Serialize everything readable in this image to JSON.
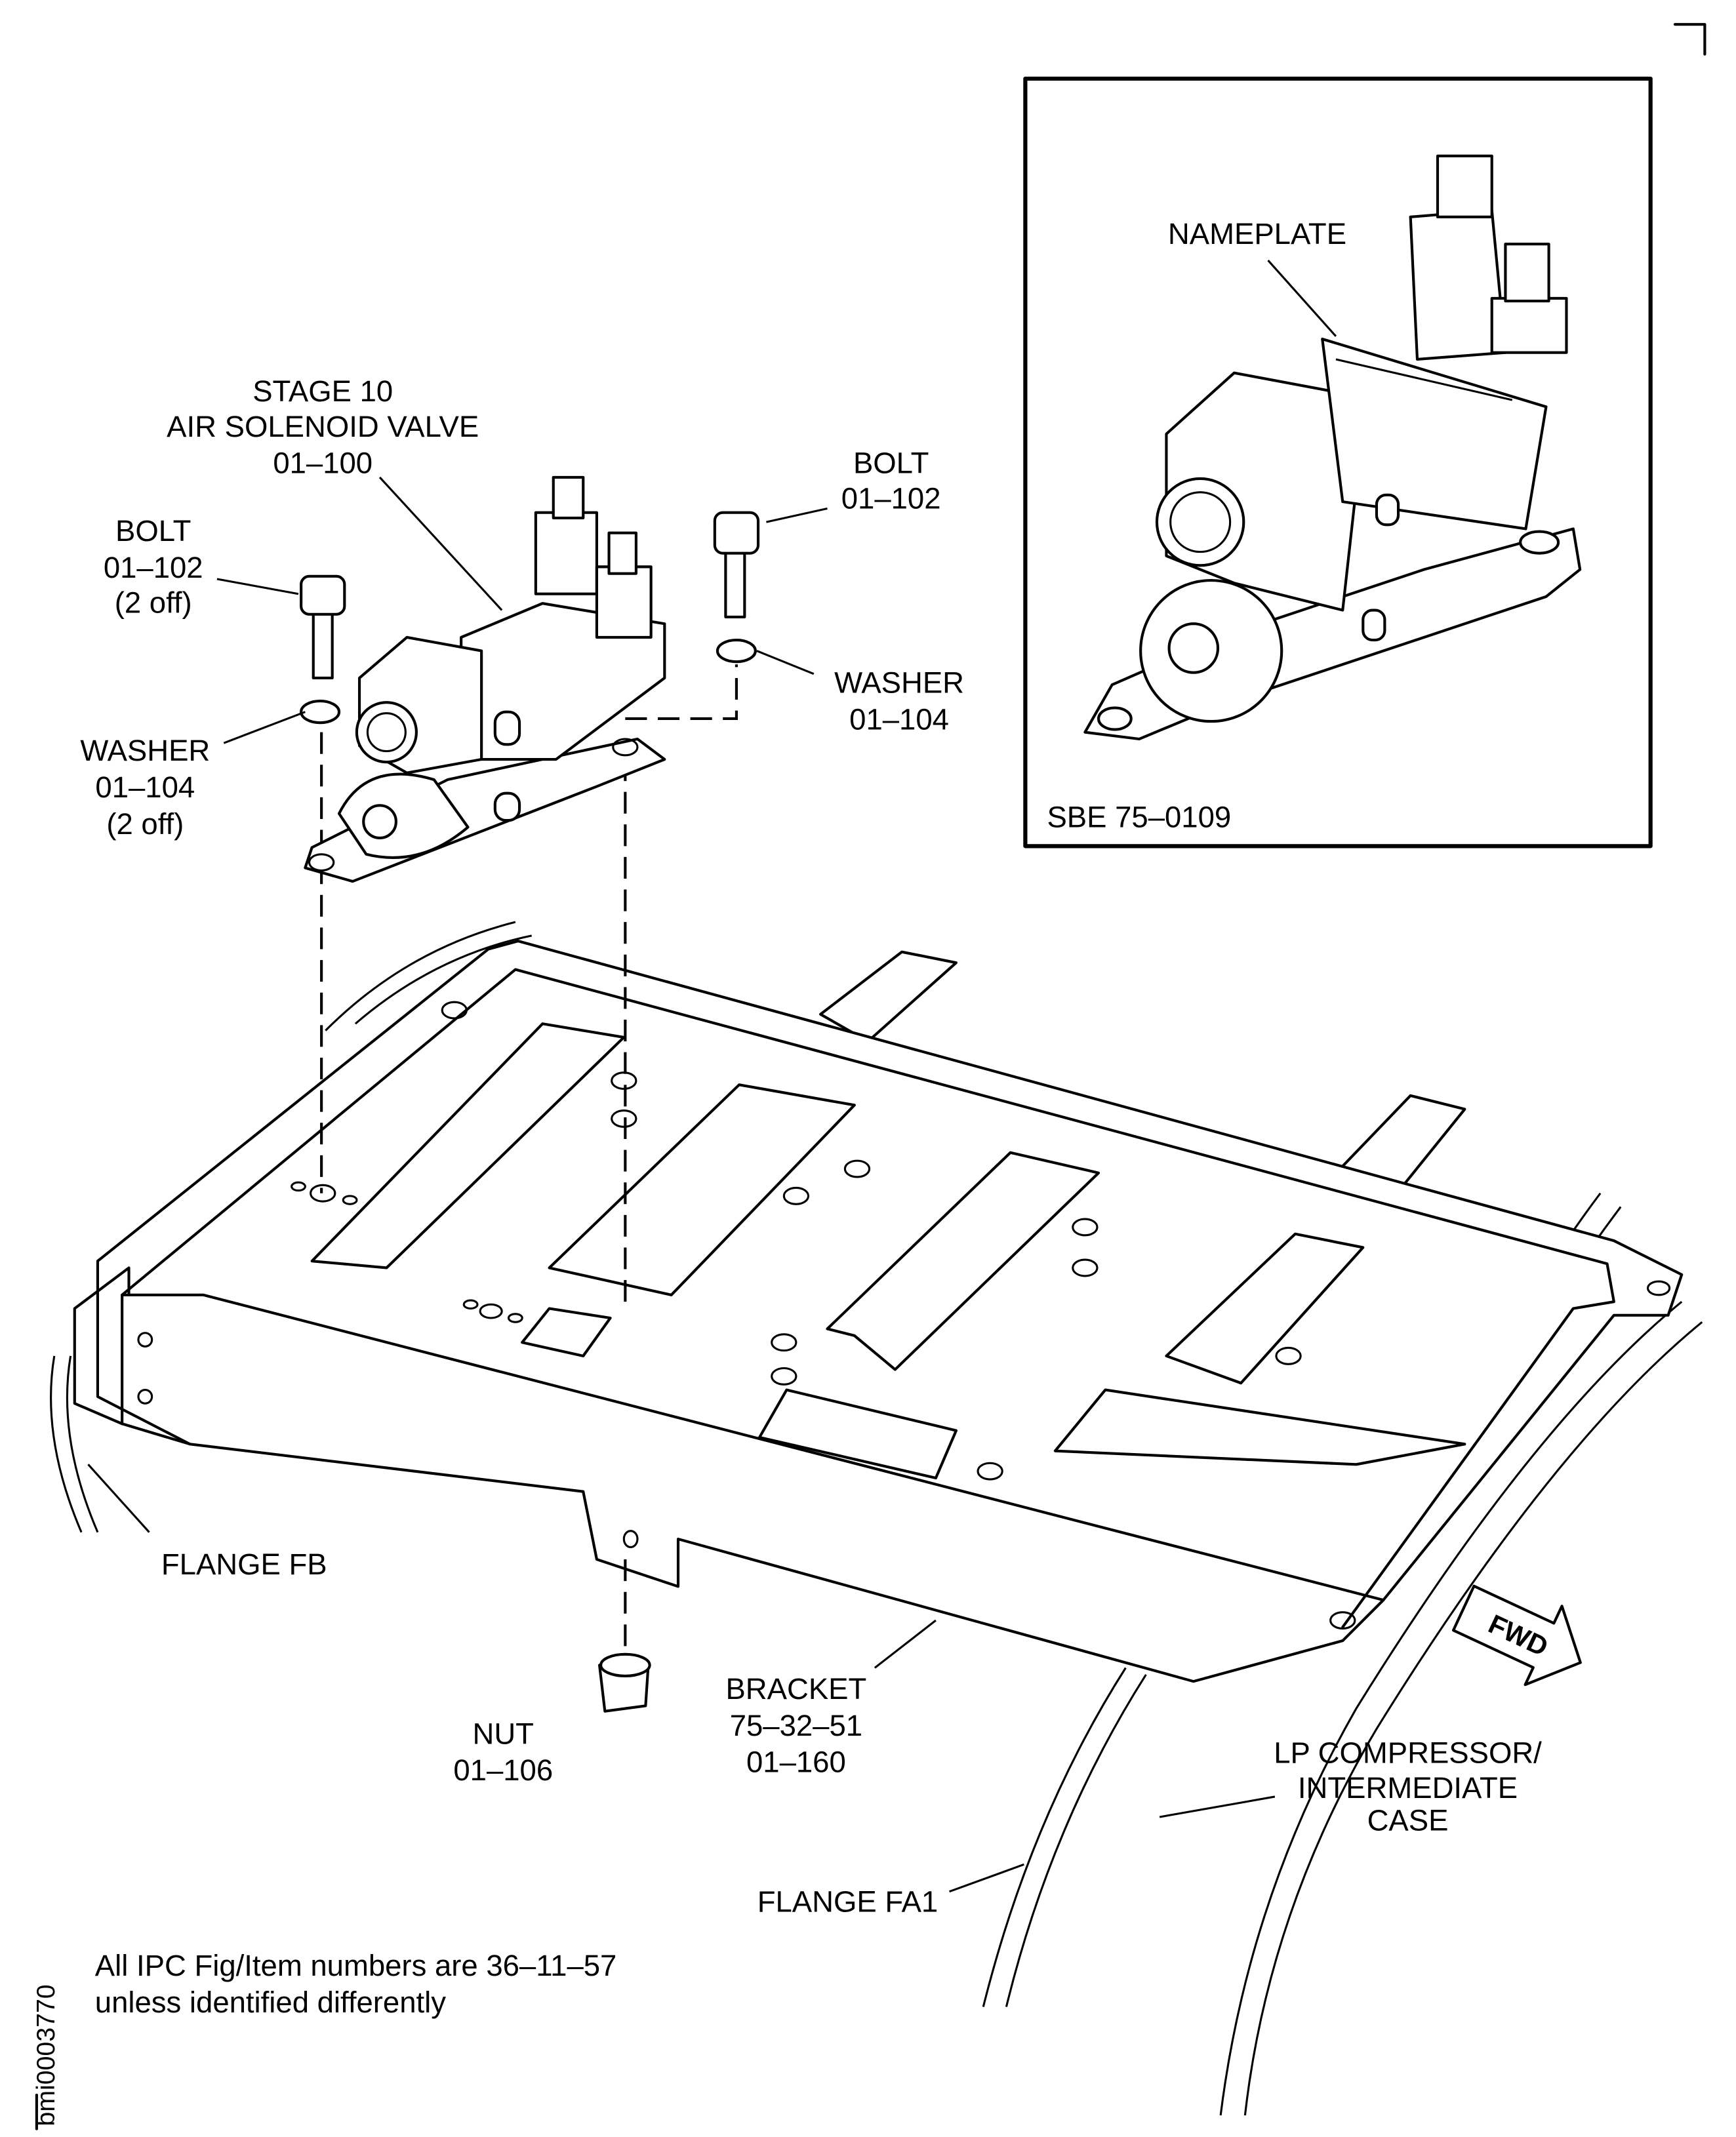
{
  "figure_id": "bmi0003770",
  "note": [
    "All IPC Fig/Item numbers are 36–11–57",
    "unless identified differently"
  ],
  "labels": {
    "valve": [
      "STAGE 10",
      "AIR SOLENOID VALVE",
      "01–100"
    ],
    "bolt_left": [
      "BOLT",
      "01–102",
      "(2 off)"
    ],
    "washer_left": [
      "WASHER",
      "01–104",
      "(2 off)"
    ],
    "bolt_right": [
      "BOLT",
      "01–102"
    ],
    "washer_right": [
      "WASHER",
      "01–104"
    ],
    "flange_fb": "FLANGE FB",
    "nut": [
      "NUT",
      "01–106"
    ],
    "bracket": [
      "BRACKET",
      "75–32–51",
      "01–160"
    ],
    "lp_case": [
      "LP COMPRESSOR/",
      "INTERMEDIATE",
      "CASE"
    ],
    "flange_fa1": "FLANGE FA1",
    "fwd": "FWD"
  },
  "inset": {
    "nameplate_label": "NAMEPLATE",
    "sbe_ref": "SBE 75–0109"
  }
}
